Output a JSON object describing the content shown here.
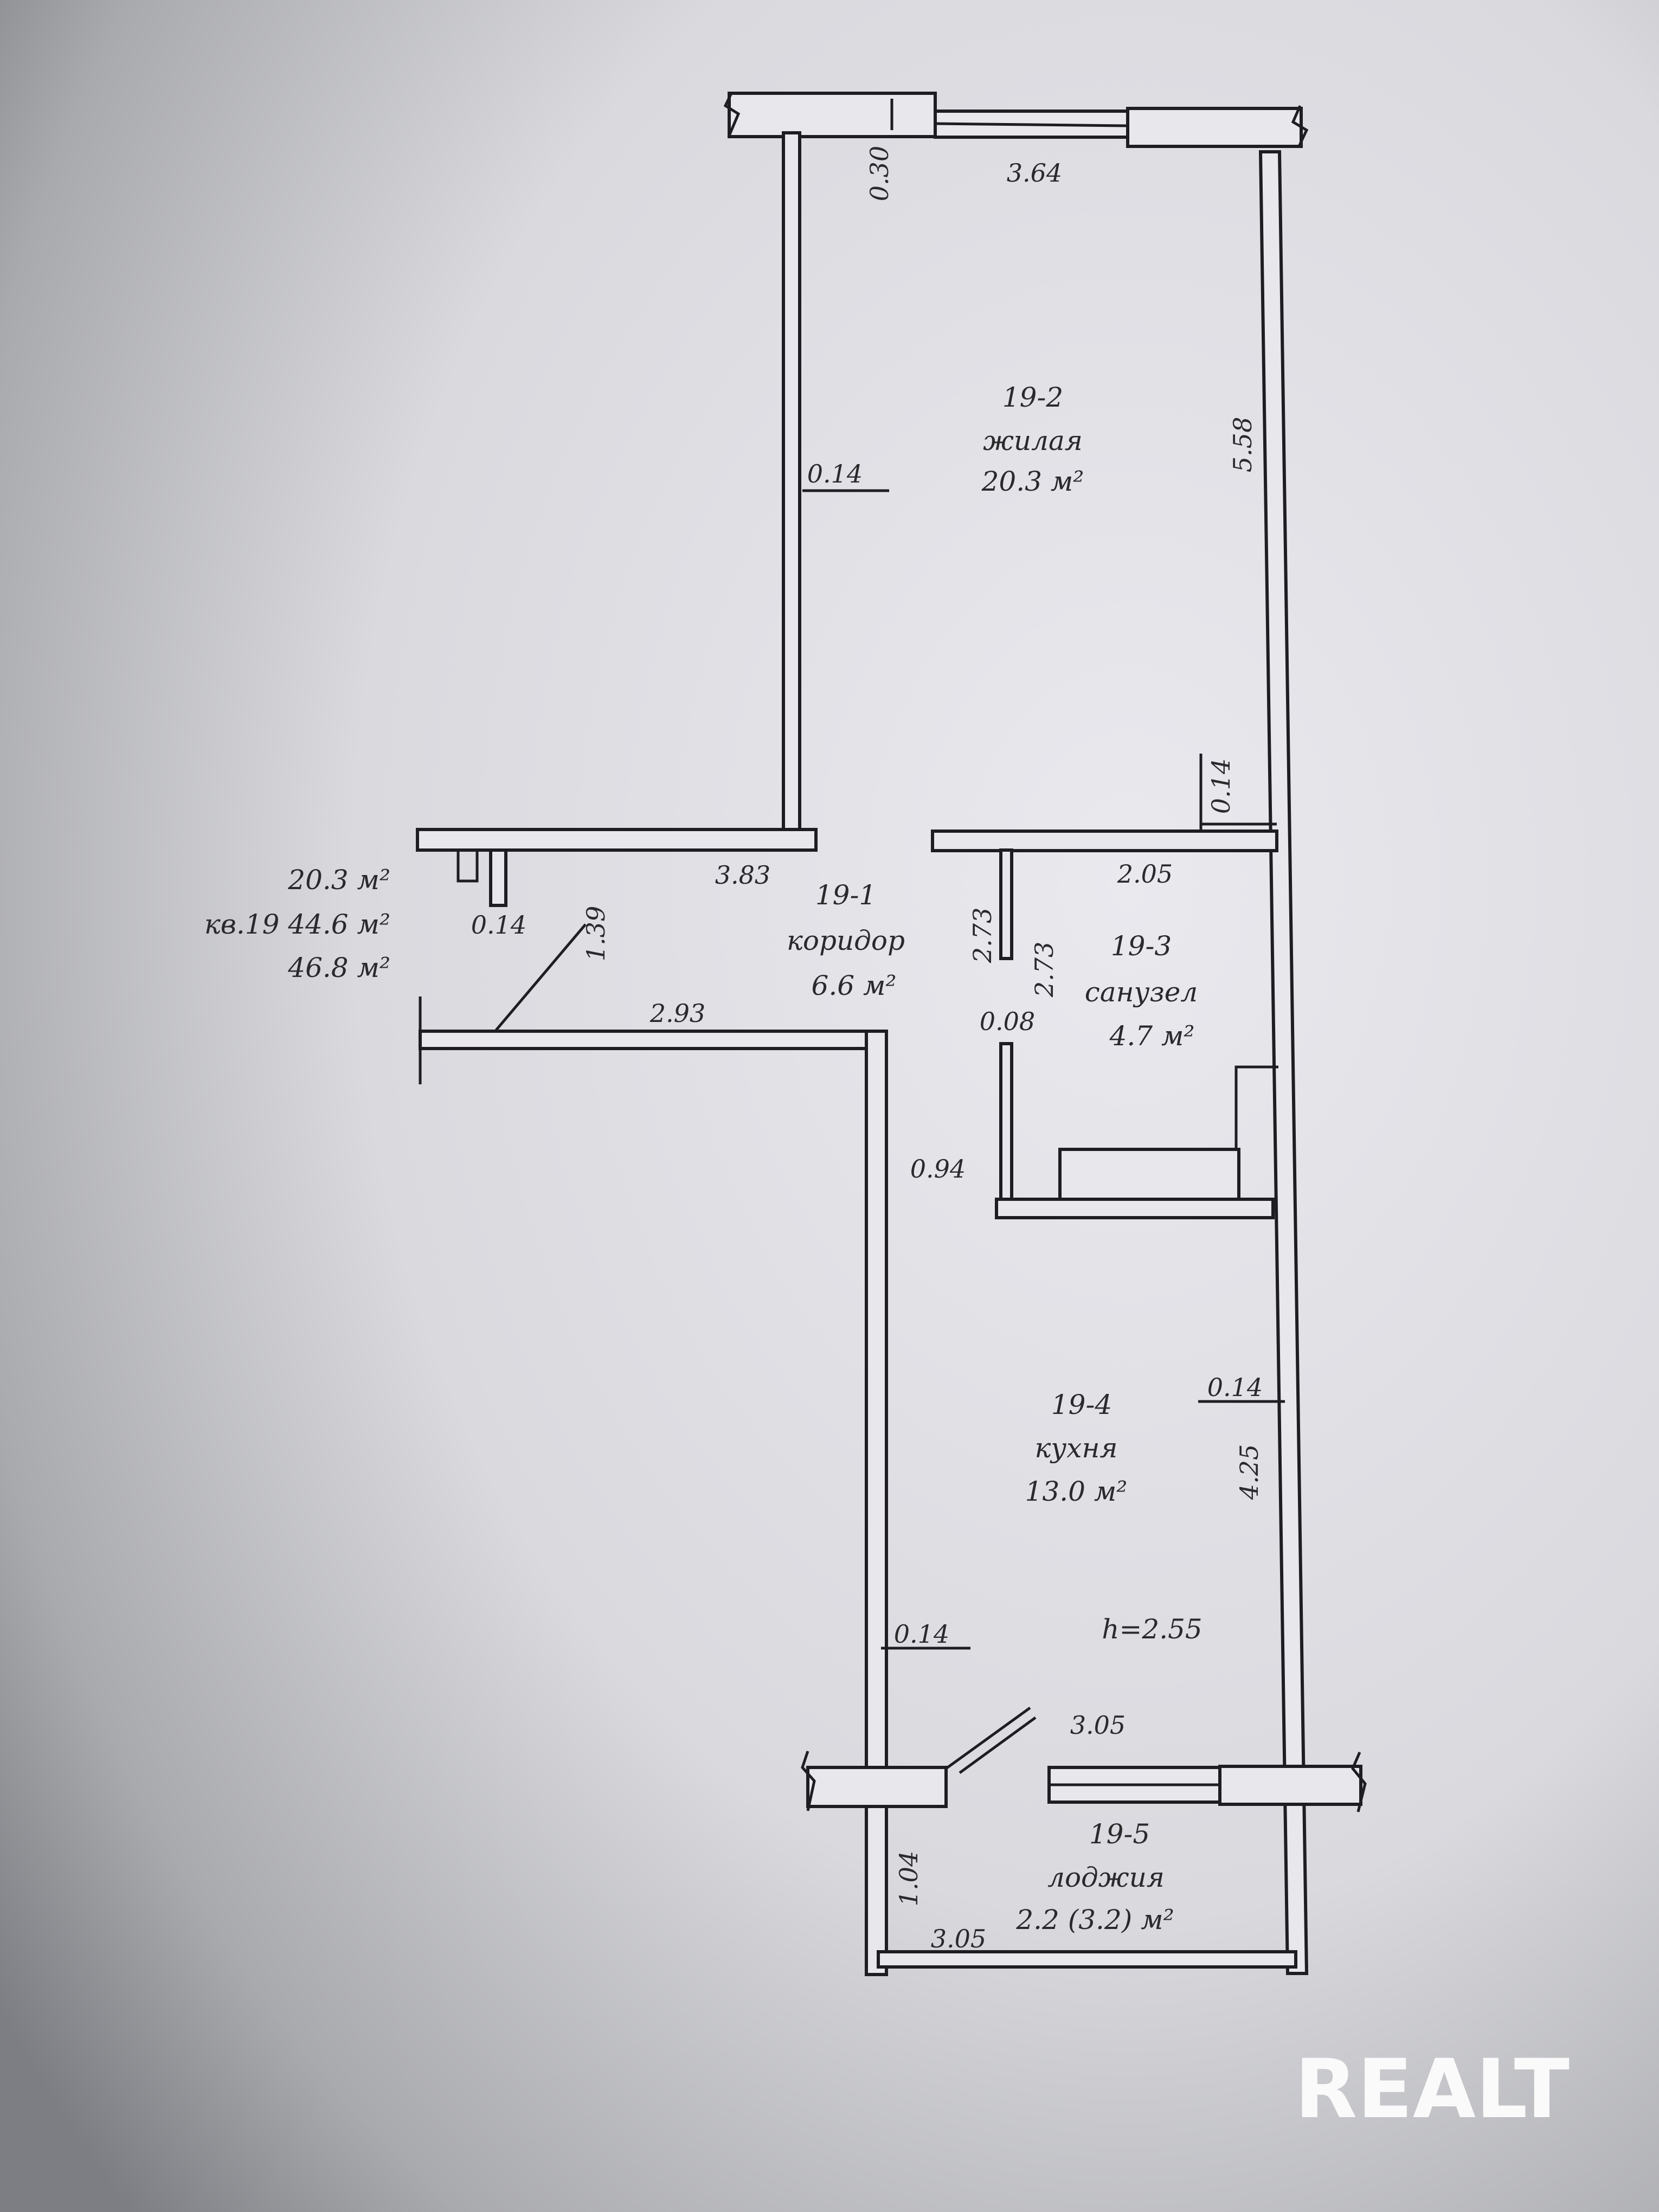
{
  "rooms": {
    "living": {
      "code": "19-2",
      "name": "жилая",
      "area": "20.3 м²"
    },
    "corridor": {
      "code": "19-1",
      "name": "коридор",
      "area": "6.6 м²"
    },
    "bathroom": {
      "code": "19-3",
      "name": "санузел",
      "area": "4.7 м²"
    },
    "kitchen": {
      "code": "19-4",
      "name": "кухня",
      "area": "13.0 м²"
    },
    "loggia": {
      "code": "19-5",
      "name": "лоджия",
      "area": "2.2 (3.2) м²"
    }
  },
  "summary": {
    "living_area": "20.3 м²",
    "apartment_line": "кв.19 44.6 м²",
    "total_area": "46.8 м²"
  },
  "dimensions": {
    "window_offset": "0.30",
    "top_width": "3.64",
    "living_wall": "0.14",
    "right_length": "5.58",
    "right_partition": "0.14",
    "corridor_length": "3.83",
    "bath_width": "2.05",
    "small_wall": "0.14",
    "door_1": "1.39",
    "corridor_bottom": "2.93",
    "bath_height_a": "2.73",
    "bath_height_b": "2.73",
    "bath_wall": "0.08",
    "passage": "0.94",
    "kitchen_wall_right": "0.14",
    "kitchen_length": "4.25",
    "kitchen_wall_left": "0.14",
    "ceiling_height": "h=2.55",
    "loggia_door": "3.05",
    "loggia_depth": "1.04",
    "loggia_width": "3.05"
  },
  "watermark": "REALT"
}
